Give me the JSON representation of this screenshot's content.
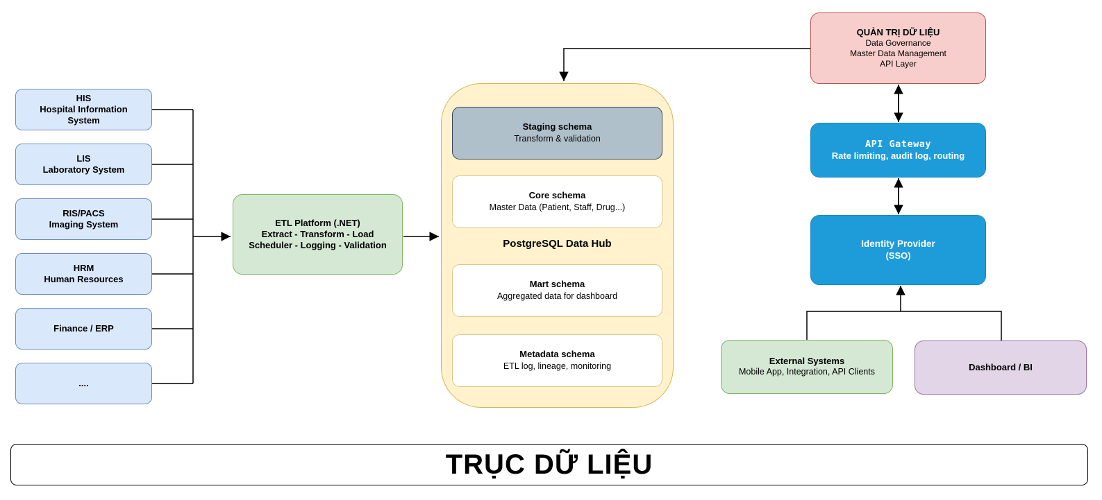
{
  "diagram": {
    "title": "TRỤC DỮ LIỆU",
    "source_systems": [
      {
        "title": "HIS",
        "subtitle": "Hospital Information System"
      },
      {
        "title": "LIS",
        "subtitle": "Laboratory System"
      },
      {
        "title": "RIS/PACS",
        "subtitle": "Imaging System"
      },
      {
        "title": "HRM",
        "subtitle": "Human Resources"
      },
      {
        "title": "Finance / ERP",
        "subtitle": ""
      },
      {
        "title": "....",
        "subtitle": ""
      }
    ],
    "etl": {
      "line1": "ETL Platform (.NET)",
      "line2": "Extract - Transform - Load",
      "line3": "Scheduler - Logging - Validation"
    },
    "hub": {
      "label": "PostgreSQL Data Hub",
      "schemas": [
        {
          "title": "Staging schema",
          "subtitle": "Transform & validation"
        },
        {
          "title": "Core schema",
          "subtitle": "Master Data (Patient, Staff, Drug...)"
        },
        {
          "title": "Mart schema",
          "subtitle": "Aggregated data for dashboard"
        },
        {
          "title": "Metadata schema",
          "subtitle": "ETL log, lineage, monitoring"
        }
      ]
    },
    "governance": {
      "title": "QUẢN TRỊ DỮ LIỆU",
      "lines": [
        "Data Governance",
        "Master Data Management",
        "API Layer"
      ]
    },
    "api_gateway": {
      "title": "API Gateway",
      "subtitle": "Rate limiting, audit log, routing"
    },
    "identity_provider": {
      "title": "Identity Provider",
      "subtitle": "(SSO)"
    },
    "external_systems": {
      "title": "External Systems",
      "subtitle": "Mobile App, Integration, API Clients"
    },
    "dashboard_bi": {
      "title": "Dashboard / BI"
    },
    "colors": {
      "source_fill": "#dae8fc",
      "source_border": "#6c8ebf",
      "etl_fill": "#d5e8d4",
      "etl_border": "#82b366",
      "hub_fill": "#fff2cc",
      "hub_border": "#d6b656",
      "staging_fill": "#b0c0ca",
      "staging_border": "#33475a",
      "schema_fill": "#ffffff",
      "governance_fill": "#f8cecc",
      "governance_border": "#b85450",
      "service_fill": "#1e9cd9",
      "service_text": "#ffffff",
      "external_fill": "#d5e8d4",
      "dashboard_fill": "#e1d5e7",
      "dashboard_border": "#9673a6",
      "connector": "#000000"
    }
  }
}
